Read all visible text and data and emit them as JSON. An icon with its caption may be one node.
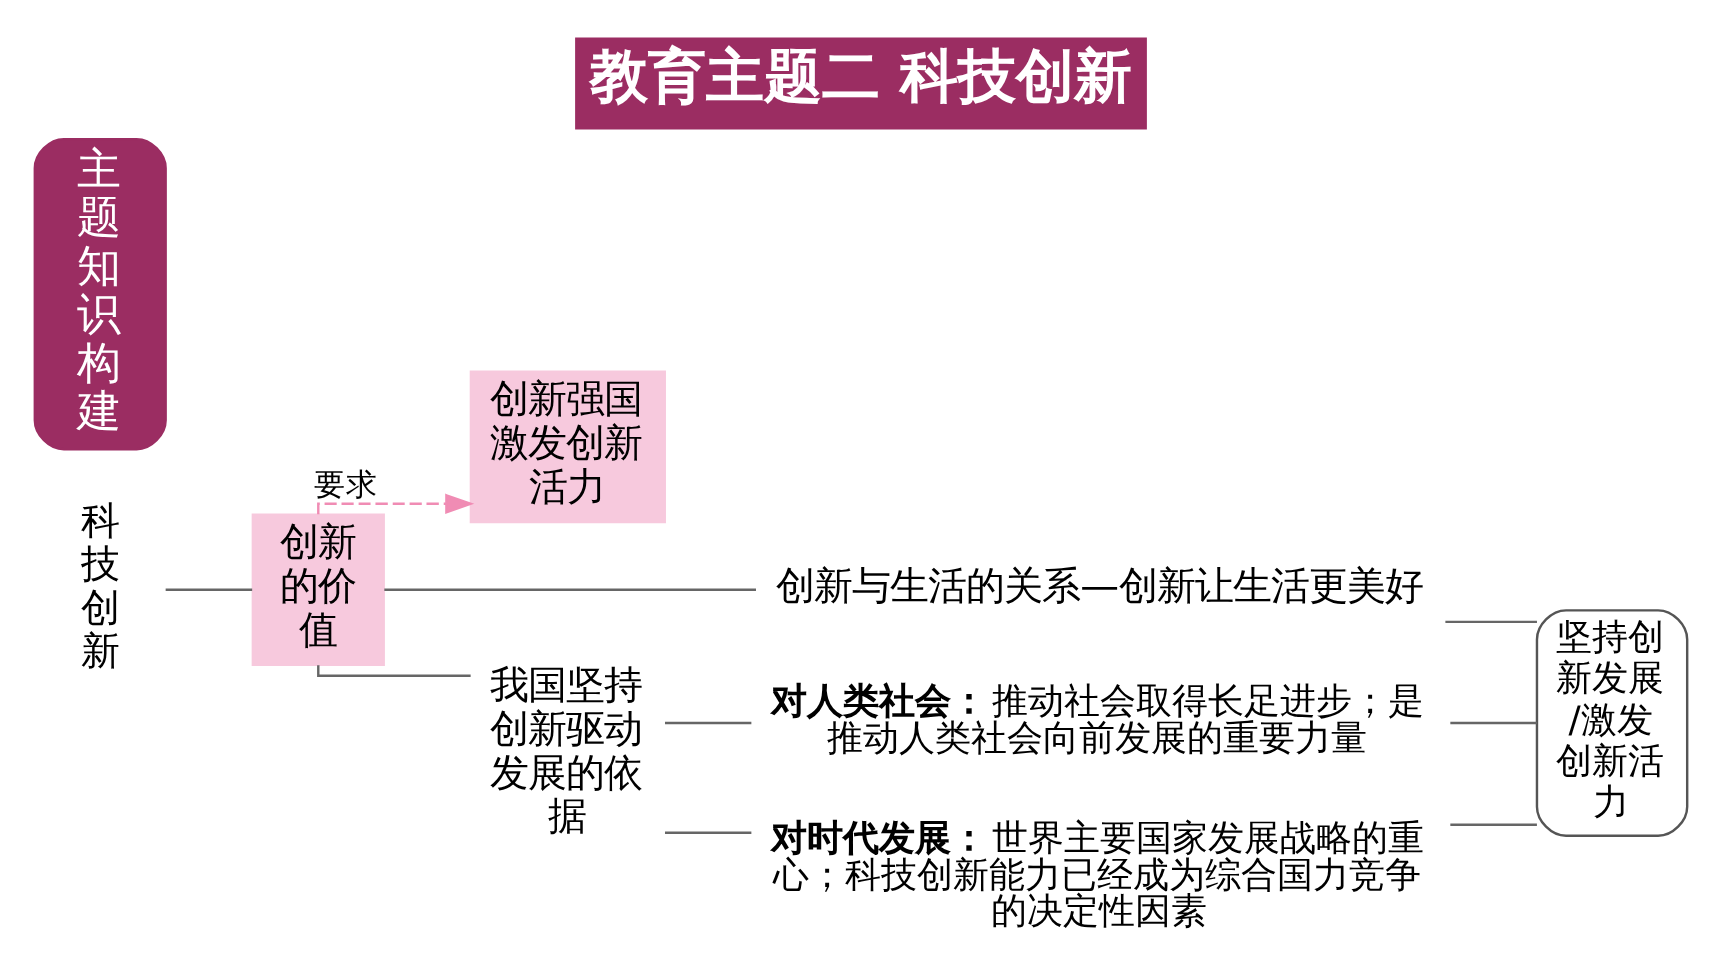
{
  "diagram": {
    "title": "教育主题二 科技创新",
    "nodes": [
      {
        "text": [
          "主题知识构建"
        ]
      },
      {
        "text": [
          "科技创新"
        ]
      },
      {
        "text": [
          "创新的价值"
        ]
      },
      {
        "text": [
          "创新强国激发创新活力"
        ]
      },
      {
        "text": [
          "创新与生活的关系—创新让生活更美好"
        ]
      },
      {
        "text": [
          "我国坚持创新驱动发展的依据"
        ]
      },
      {
        "text": [
          "**对人类社会：**推动社会取得长足进步；是推动人类社会向前发展的重要力量"
        ]
      },
      {
        "text": [
          "**对时代发展：**世界主要国家发展战略的重心；科技创新能力已经成为综合国力竞争的决定性因素"
        ]
      },
      {
        "text": [
          "坚持创新发展/激发创新活力"
        ]
      }
    ],
    "edges": [
      {
        "from": 1,
        "to": 2,
        "arrow": "none"
      },
      {
        "from": 2,
        "to": 3,
        "arrow": "to",
        "label": "要求",
        "style": "dashed",
        "color": "#f08cb4"
      },
      {
        "from": 2,
        "to": 4,
        "arrow": "none"
      },
      {
        "from": 2,
        "to": 5,
        "arrow": "none"
      },
      {
        "from": 5,
        "to": 6,
        "arrow": "none"
      },
      {
        "from": 5,
        "to": 7,
        "arrow": "none"
      },
      {
        "from": 4,
        "to": 8,
        "arrow": "none"
      },
      {
        "from": 6,
        "to": 8,
        "arrow": "none"
      },
      {
        "from": 7,
        "to": 8,
        "arrow": "none"
      }
    ]
  }
}
